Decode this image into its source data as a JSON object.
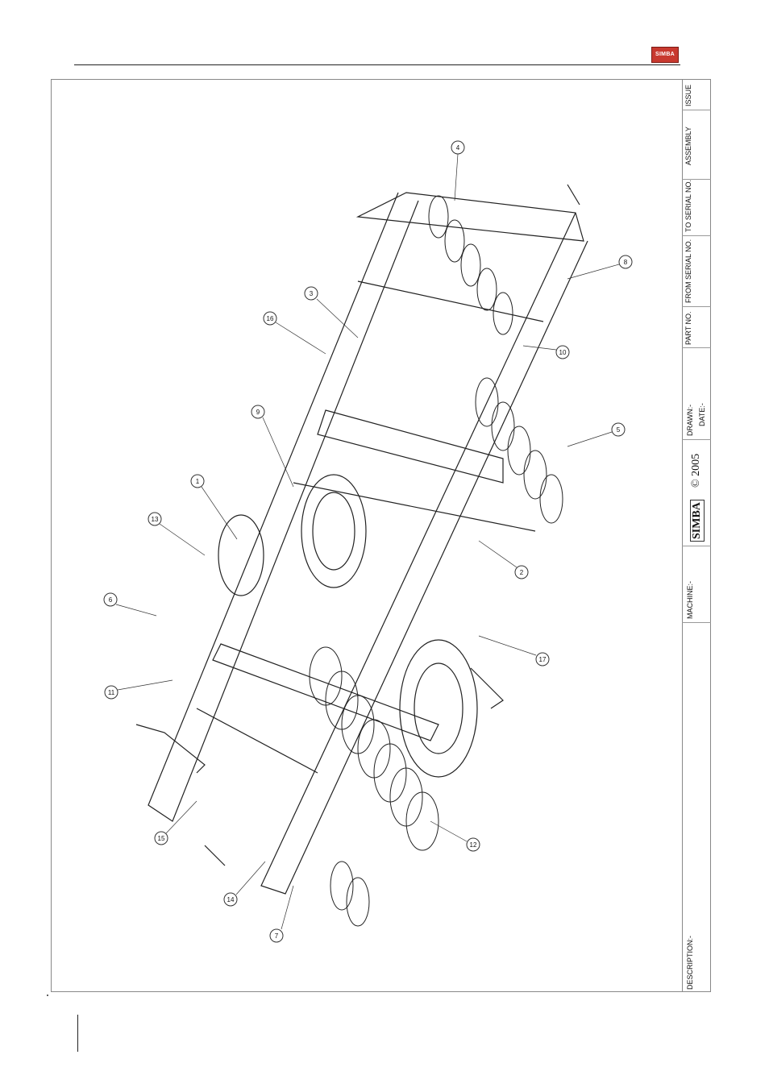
{
  "header": {
    "logo_text": "SIMBA"
  },
  "title_block": {
    "issue": "ISSUE",
    "assembly": "ASSEMBLY",
    "to_serial_no": "TO SERIAL NO.",
    "from_serial_no": "FROM SERIAL NO.",
    "part_no": "PART NO.",
    "drawn": "DRAWN:-",
    "date": "DATE:-",
    "copyright": "© 2005",
    "brand": "SIMBA",
    "machine": "MACHINE:-",
    "description": "DESCRIPTION:-"
  },
  "callouts": [
    "1",
    "2",
    "3",
    "4",
    "5",
    "6",
    "7",
    "8",
    "9",
    "10",
    "11",
    "12",
    "13",
    "14",
    "15",
    "16",
    "17"
  ]
}
